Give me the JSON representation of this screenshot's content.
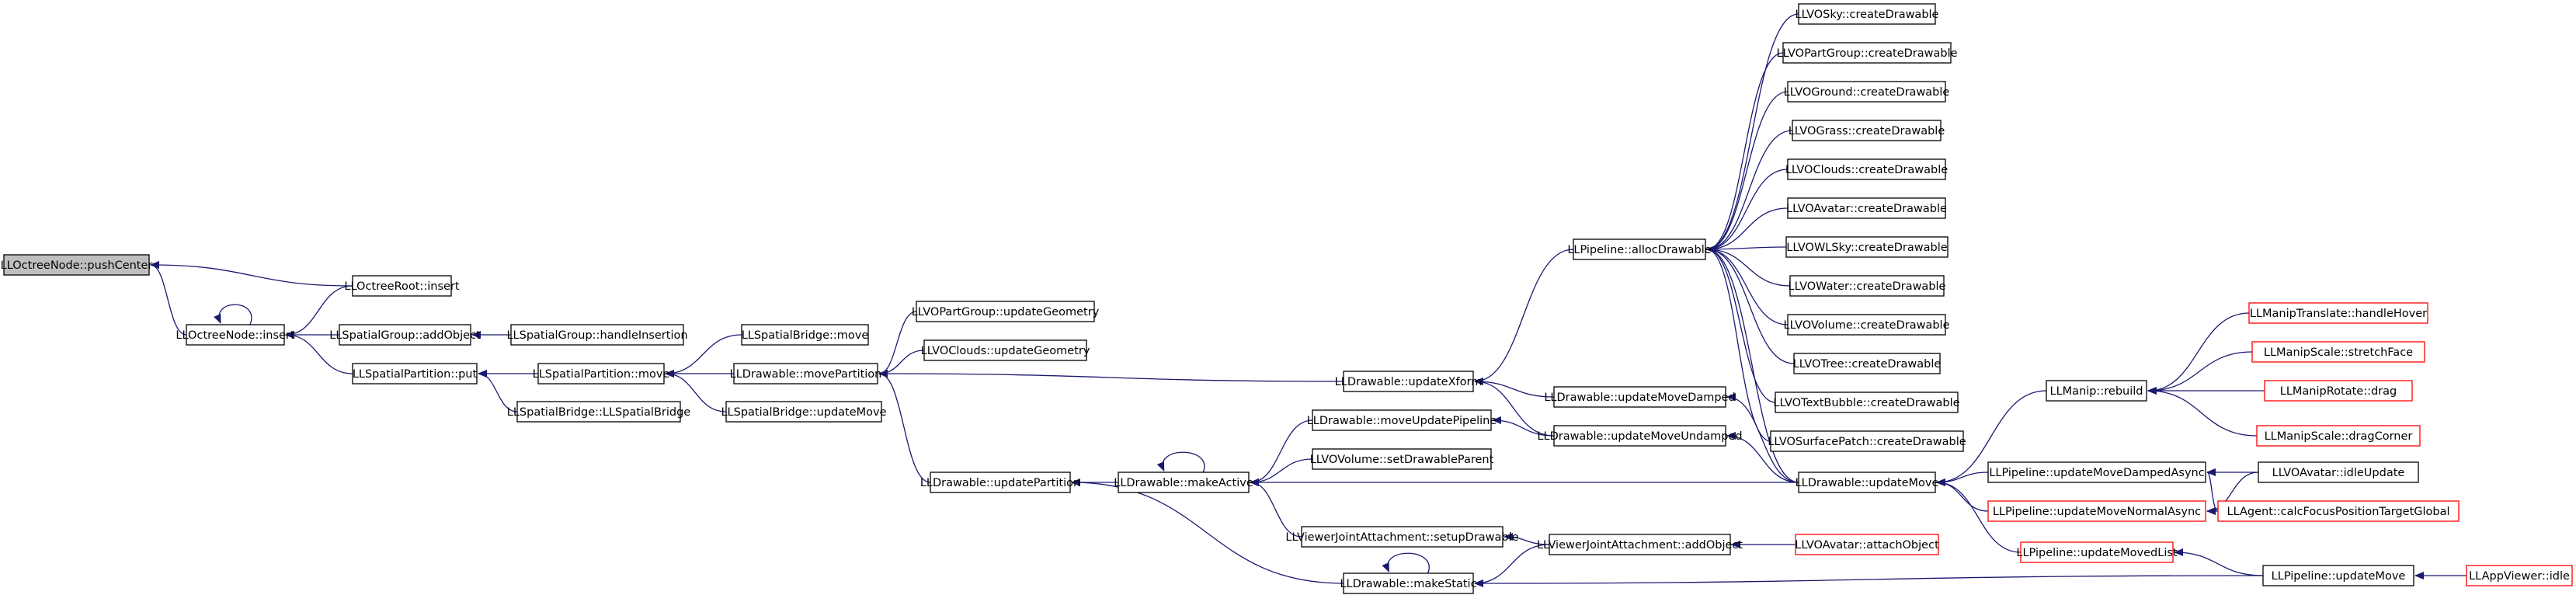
{
  "colors": {
    "edge": "#191970",
    "border_normal": "#000000",
    "border_truncated": "#ff0000",
    "fill_normal": "#ffffff",
    "fill_focus": "#bfbfbf"
  },
  "graph": {
    "focus_node": "n0",
    "nodes": [
      {
        "id": "n0",
        "label": "LLOctreeNode::pushCenter",
        "style": "focus"
      },
      {
        "id": "n1",
        "label": "LLOctreeNode::insert",
        "style": "normal"
      },
      {
        "id": "n2",
        "label": "LLOctreeRoot::insert",
        "style": "normal"
      },
      {
        "id": "n3",
        "label": "LLSpatialGroup::addObject",
        "style": "normal"
      },
      {
        "id": "n4",
        "label": "LLSpatialGroup::handleInsertion",
        "style": "normal"
      },
      {
        "id": "n5",
        "label": "LLSpatialPartition::put",
        "style": "normal"
      },
      {
        "id": "n6",
        "label": "LLSpatialPartition::move",
        "style": "normal"
      },
      {
        "id": "n7",
        "label": "LLSpatialBridge::LLSpatialBridge",
        "style": "normal"
      },
      {
        "id": "n8",
        "label": "LLSpatialBridge::move",
        "style": "normal"
      },
      {
        "id": "n9",
        "label": "LLDrawable::movePartition",
        "style": "normal"
      },
      {
        "id": "n10",
        "label": "LLSpatialBridge::updateMove",
        "style": "normal"
      },
      {
        "id": "n11",
        "label": "LLVOPartGroup::updateGeometry",
        "style": "normal"
      },
      {
        "id": "n12",
        "label": "LLVOClouds::updateGeometry",
        "style": "normal"
      },
      {
        "id": "n13",
        "label": "LLDrawable::updatePartition",
        "style": "normal"
      },
      {
        "id": "n14",
        "label": "LLDrawable::makeActive",
        "style": "normal"
      },
      {
        "id": "n15",
        "label": "LLDrawable::makeStatic",
        "style": "normal"
      },
      {
        "id": "n16",
        "label": "LLDrawable::moveUpdatePipeline",
        "style": "normal"
      },
      {
        "id": "n17",
        "label": "LLVOVolume::setDrawableParent",
        "style": "normal"
      },
      {
        "id": "n18",
        "label": "LLViewerJointAttachment::setupDrawable",
        "style": "normal"
      },
      {
        "id": "n19",
        "label": "LLDrawable::updateXform",
        "style": "normal"
      },
      {
        "id": "n20",
        "label": "LLPipeline::allocDrawable",
        "style": "normal"
      },
      {
        "id": "n21",
        "label": "LLDrawable::updateMoveDamped",
        "style": "normal"
      },
      {
        "id": "n22",
        "label": "LLDrawable::updateMoveUndamped",
        "style": "normal"
      },
      {
        "id": "n23",
        "label": "LLViewerJointAttachment::addObject",
        "style": "normal"
      },
      {
        "id": "n24",
        "label": "LLVOSky::createDrawable",
        "style": "normal"
      },
      {
        "id": "n25",
        "label": "LLVOPartGroup::createDrawable",
        "style": "normal"
      },
      {
        "id": "n26",
        "label": "LLVOGround::createDrawable",
        "style": "normal"
      },
      {
        "id": "n27",
        "label": "LLVOGrass::createDrawable",
        "style": "normal"
      },
      {
        "id": "n28",
        "label": "LLVOClouds::createDrawable",
        "style": "normal"
      },
      {
        "id": "n29",
        "label": "LLVOAvatar::createDrawable",
        "style": "normal"
      },
      {
        "id": "n30",
        "label": "LLVOWLSky::createDrawable",
        "style": "normal"
      },
      {
        "id": "n31",
        "label": "LLVOWater::createDrawable",
        "style": "normal"
      },
      {
        "id": "n32",
        "label": "LLVOVolume::createDrawable",
        "style": "normal"
      },
      {
        "id": "n33",
        "label": "LLVOTree::createDrawable",
        "style": "normal"
      },
      {
        "id": "n34",
        "label": "LLVOTextBubble::createDrawable",
        "style": "normal"
      },
      {
        "id": "n35",
        "label": "LLVOSurfacePatch::createDrawable",
        "style": "normal"
      },
      {
        "id": "n36",
        "label": "LLDrawable::updateMove",
        "style": "normal"
      },
      {
        "id": "n37",
        "label": "LLVOAvatar::attachObject",
        "style": "truncated"
      },
      {
        "id": "n38",
        "label": "LLManip::rebuild",
        "style": "normal"
      },
      {
        "id": "n39",
        "label": "LLPipeline::updateMoveDampedAsync",
        "style": "normal"
      },
      {
        "id": "n40",
        "label": "LLPipeline::updateMoveNormalAsync",
        "style": "truncated"
      },
      {
        "id": "n41",
        "label": "LLPipeline::updateMovedList",
        "style": "truncated"
      },
      {
        "id": "n42",
        "label": "LLManipTranslate::handleHover",
        "style": "truncated"
      },
      {
        "id": "n43",
        "label": "LLManipScale::stretchFace",
        "style": "truncated"
      },
      {
        "id": "n44",
        "label": "LLManipRotate::drag",
        "style": "truncated"
      },
      {
        "id": "n45",
        "label": "LLManipScale::dragCorner",
        "style": "truncated"
      },
      {
        "id": "n46",
        "label": "LLVOAvatar::idleUpdate",
        "style": "normal"
      },
      {
        "id": "n47",
        "label": "LLAgent::calcFocusPositionTargetGlobal",
        "style": "truncated"
      },
      {
        "id": "n48",
        "label": "LLPipeline::updateMove",
        "style": "normal"
      },
      {
        "id": "n49",
        "label": "LLAppViewer::idle",
        "style": "truncated"
      }
    ],
    "edges": [
      {
        "from": "n1",
        "to": "n0"
      },
      {
        "from": "n2",
        "to": "n0"
      },
      {
        "from": "n1",
        "to": "n1"
      },
      {
        "from": "n2",
        "to": "n1"
      },
      {
        "from": "n3",
        "to": "n1"
      },
      {
        "from": "n5",
        "to": "n1"
      },
      {
        "from": "n4",
        "to": "n3"
      },
      {
        "from": "n6",
        "to": "n5"
      },
      {
        "from": "n7",
        "to": "n5"
      },
      {
        "from": "n8",
        "to": "n6"
      },
      {
        "from": "n9",
        "to": "n6"
      },
      {
        "from": "n10",
        "to": "n6"
      },
      {
        "from": "n11",
        "to": "n9"
      },
      {
        "from": "n12",
        "to": "n9"
      },
      {
        "from": "n13",
        "to": "n9"
      },
      {
        "from": "n19",
        "to": "n9"
      },
      {
        "from": "n14",
        "to": "n13"
      },
      {
        "from": "n15",
        "to": "n13"
      },
      {
        "from": "n14",
        "to": "n14"
      },
      {
        "from": "n16",
        "to": "n14"
      },
      {
        "from": "n17",
        "to": "n14"
      },
      {
        "from": "n18",
        "to": "n14"
      },
      {
        "from": "n36",
        "to": "n14"
      },
      {
        "from": "n15",
        "to": "n15"
      },
      {
        "from": "n23",
        "to": "n15"
      },
      {
        "from": "n48",
        "to": "n15"
      },
      {
        "from": "n20",
        "to": "n19"
      },
      {
        "from": "n21",
        "to": "n19"
      },
      {
        "from": "n22",
        "to": "n19"
      },
      {
        "from": "n22",
        "to": "n16"
      },
      {
        "from": "n23",
        "to": "n18"
      },
      {
        "from": "n37",
        "to": "n23"
      },
      {
        "from": "n36",
        "to": "n21"
      },
      {
        "from": "n36",
        "to": "n22"
      },
      {
        "from": "n24",
        "to": "n20"
      },
      {
        "from": "n25",
        "to": "n20"
      },
      {
        "from": "n26",
        "to": "n20"
      },
      {
        "from": "n27",
        "to": "n20"
      },
      {
        "from": "n28",
        "to": "n20"
      },
      {
        "from": "n29",
        "to": "n20"
      },
      {
        "from": "n30",
        "to": "n20"
      },
      {
        "from": "n31",
        "to": "n20"
      },
      {
        "from": "n32",
        "to": "n20"
      },
      {
        "from": "n33",
        "to": "n20"
      },
      {
        "from": "n34",
        "to": "n20"
      },
      {
        "from": "n35",
        "to": "n20"
      },
      {
        "from": "n36",
        "to": "n20"
      },
      {
        "from": "n38",
        "to": "n36"
      },
      {
        "from": "n39",
        "to": "n36"
      },
      {
        "from": "n40",
        "to": "n36"
      },
      {
        "from": "n41",
        "to": "n36"
      },
      {
        "from": "n42",
        "to": "n38"
      },
      {
        "from": "n43",
        "to": "n38"
      },
      {
        "from": "n44",
        "to": "n38"
      },
      {
        "from": "n45",
        "to": "n38"
      },
      {
        "from": "n46",
        "to": "n39"
      },
      {
        "from": "n46",
        "to": "n40"
      },
      {
        "from": "n47",
        "to": "n39"
      },
      {
        "from": "n47",
        "to": "n40"
      },
      {
        "from": "n48",
        "to": "n41"
      },
      {
        "from": "n49",
        "to": "n48"
      }
    ]
  }
}
